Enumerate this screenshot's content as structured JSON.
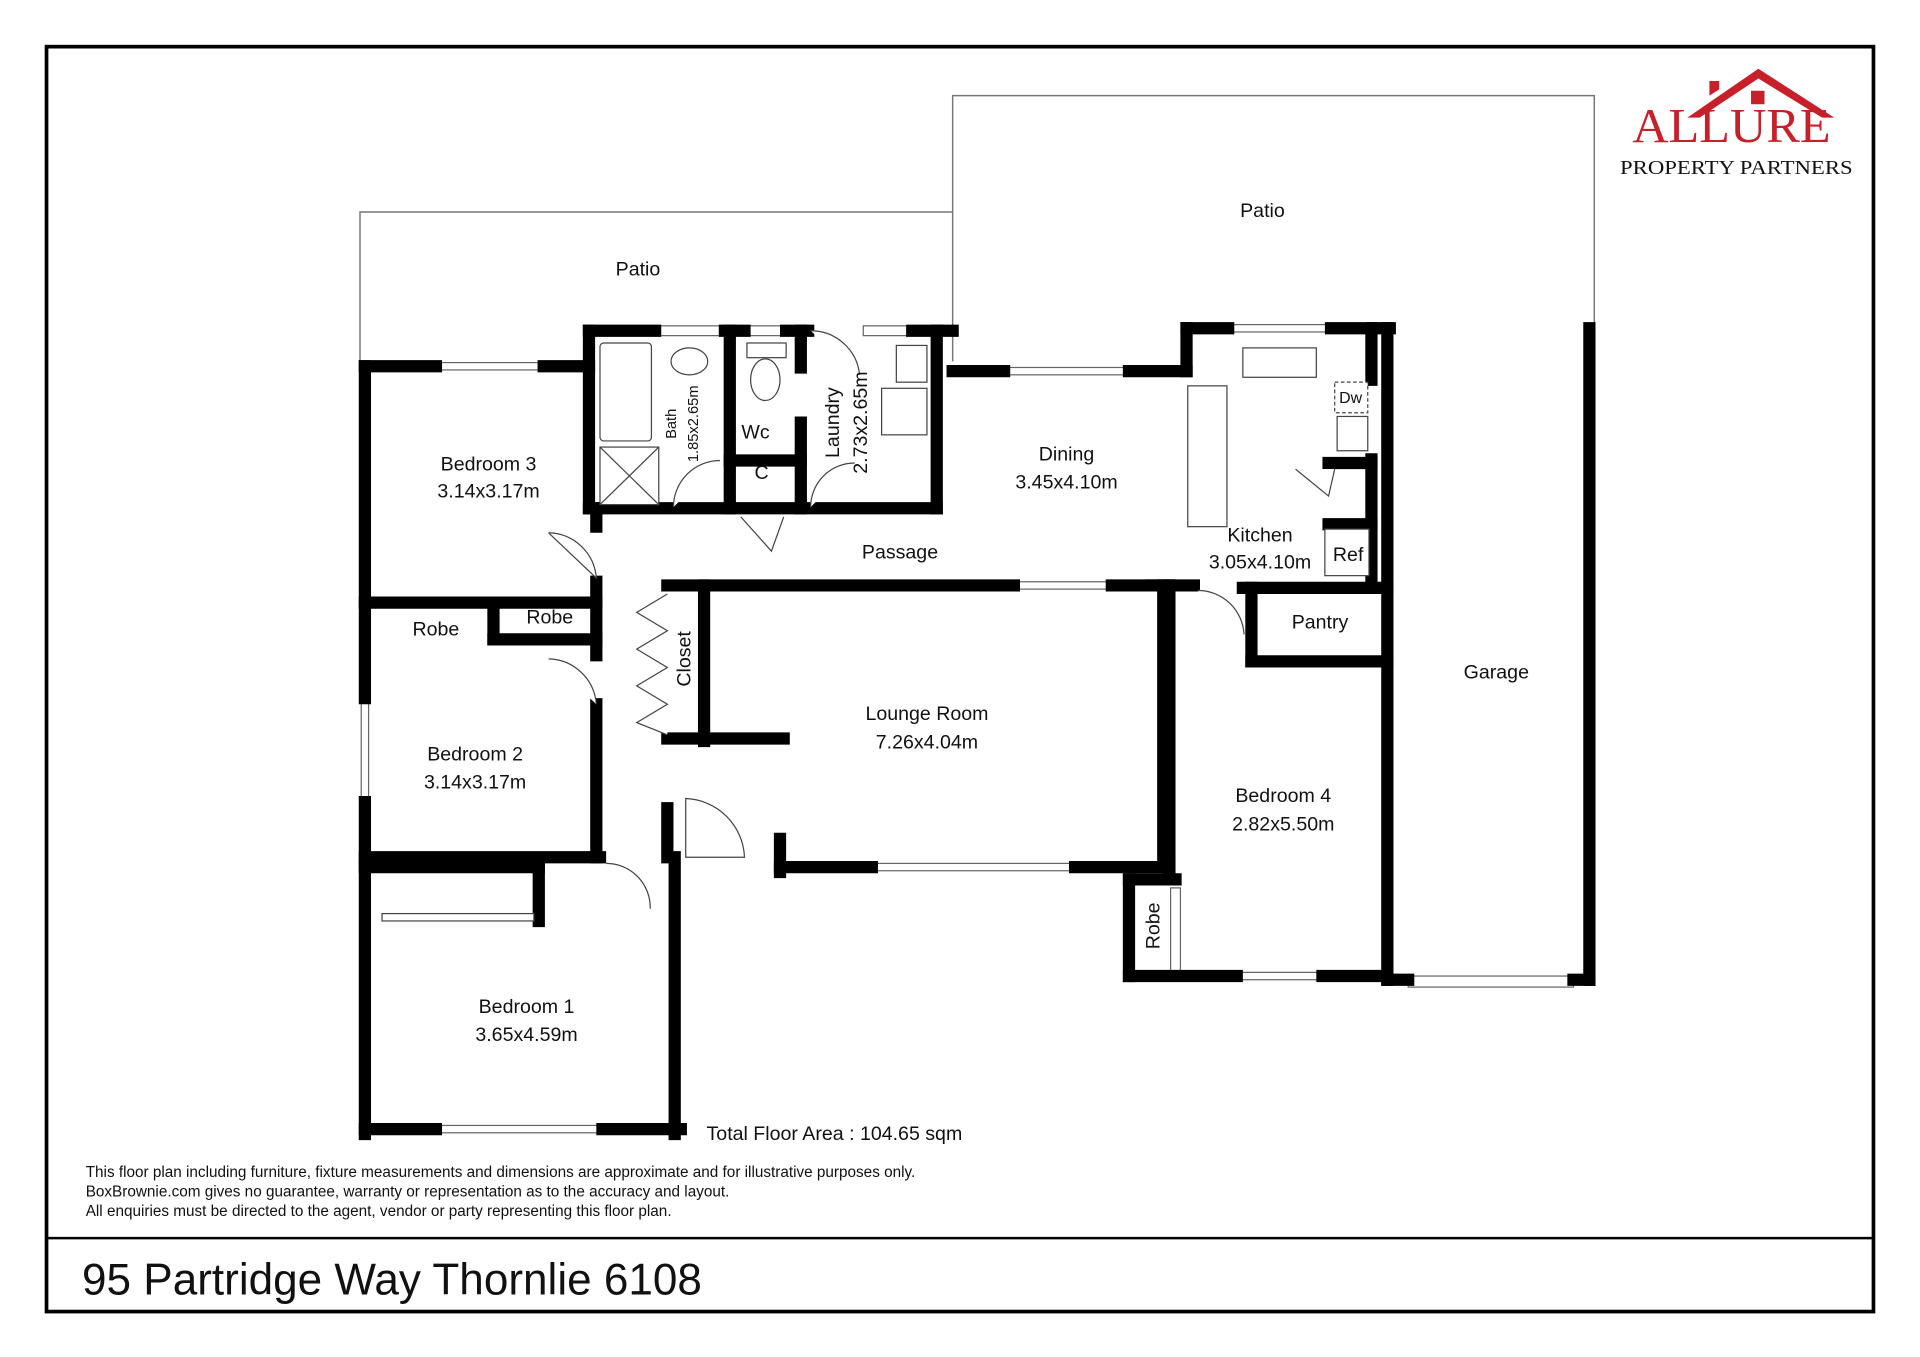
{
  "logo": {
    "brand": "ALLURE",
    "tagline": "PROPERTY PARTNERS",
    "color": "#c8202a"
  },
  "rooms": {
    "patio_left": "Patio",
    "patio_right": "Patio",
    "bedroom3": {
      "name": "Bedroom 3",
      "size": "3.14x3.17m"
    },
    "bath": {
      "name": "Bath",
      "size": "1.85x2.65m"
    },
    "wc": "Wc",
    "cupboard": "C",
    "laundry": {
      "name": "Laundry",
      "size": "2.73x2.65m"
    },
    "dining": {
      "name": "Dining",
      "size": "3.45x4.10m"
    },
    "kitchen": {
      "name": "Kitchen",
      "size": "3.05x4.10m"
    },
    "dw": "Dw",
    "ref": "Ref",
    "passage": "Passage",
    "robe_b3": "Robe",
    "robe_b2": "Robe",
    "pantry": "Pantry",
    "closet": "Closet",
    "garage": "Garage",
    "lounge": {
      "name": "Lounge Room",
      "size": "7.26x4.04m"
    },
    "bedroom2": {
      "name": "Bedroom 2",
      "size": "3.14x3.17m"
    },
    "bedroom4": {
      "name": "Bedroom 4",
      "size": "2.82x5.50m"
    },
    "robe_b4": "Robe",
    "bedroom1": {
      "name": "Bedroom 1",
      "size": "3.65x4.59m"
    }
  },
  "total_area": "Total Floor Area : 104.65 sqm",
  "disclaimer": [
    "This floor plan including furniture, fixture measurements and dimensions are approximate and for illustrative purposes only.",
    "BoxBrownie.com gives no guarantee, warranty or representation as to the accuracy and layout.",
    "All enquiries must be directed to the agent, vendor or party representing this floor plan."
  ],
  "address": "95 Partridge Way Thornlie 6108"
}
